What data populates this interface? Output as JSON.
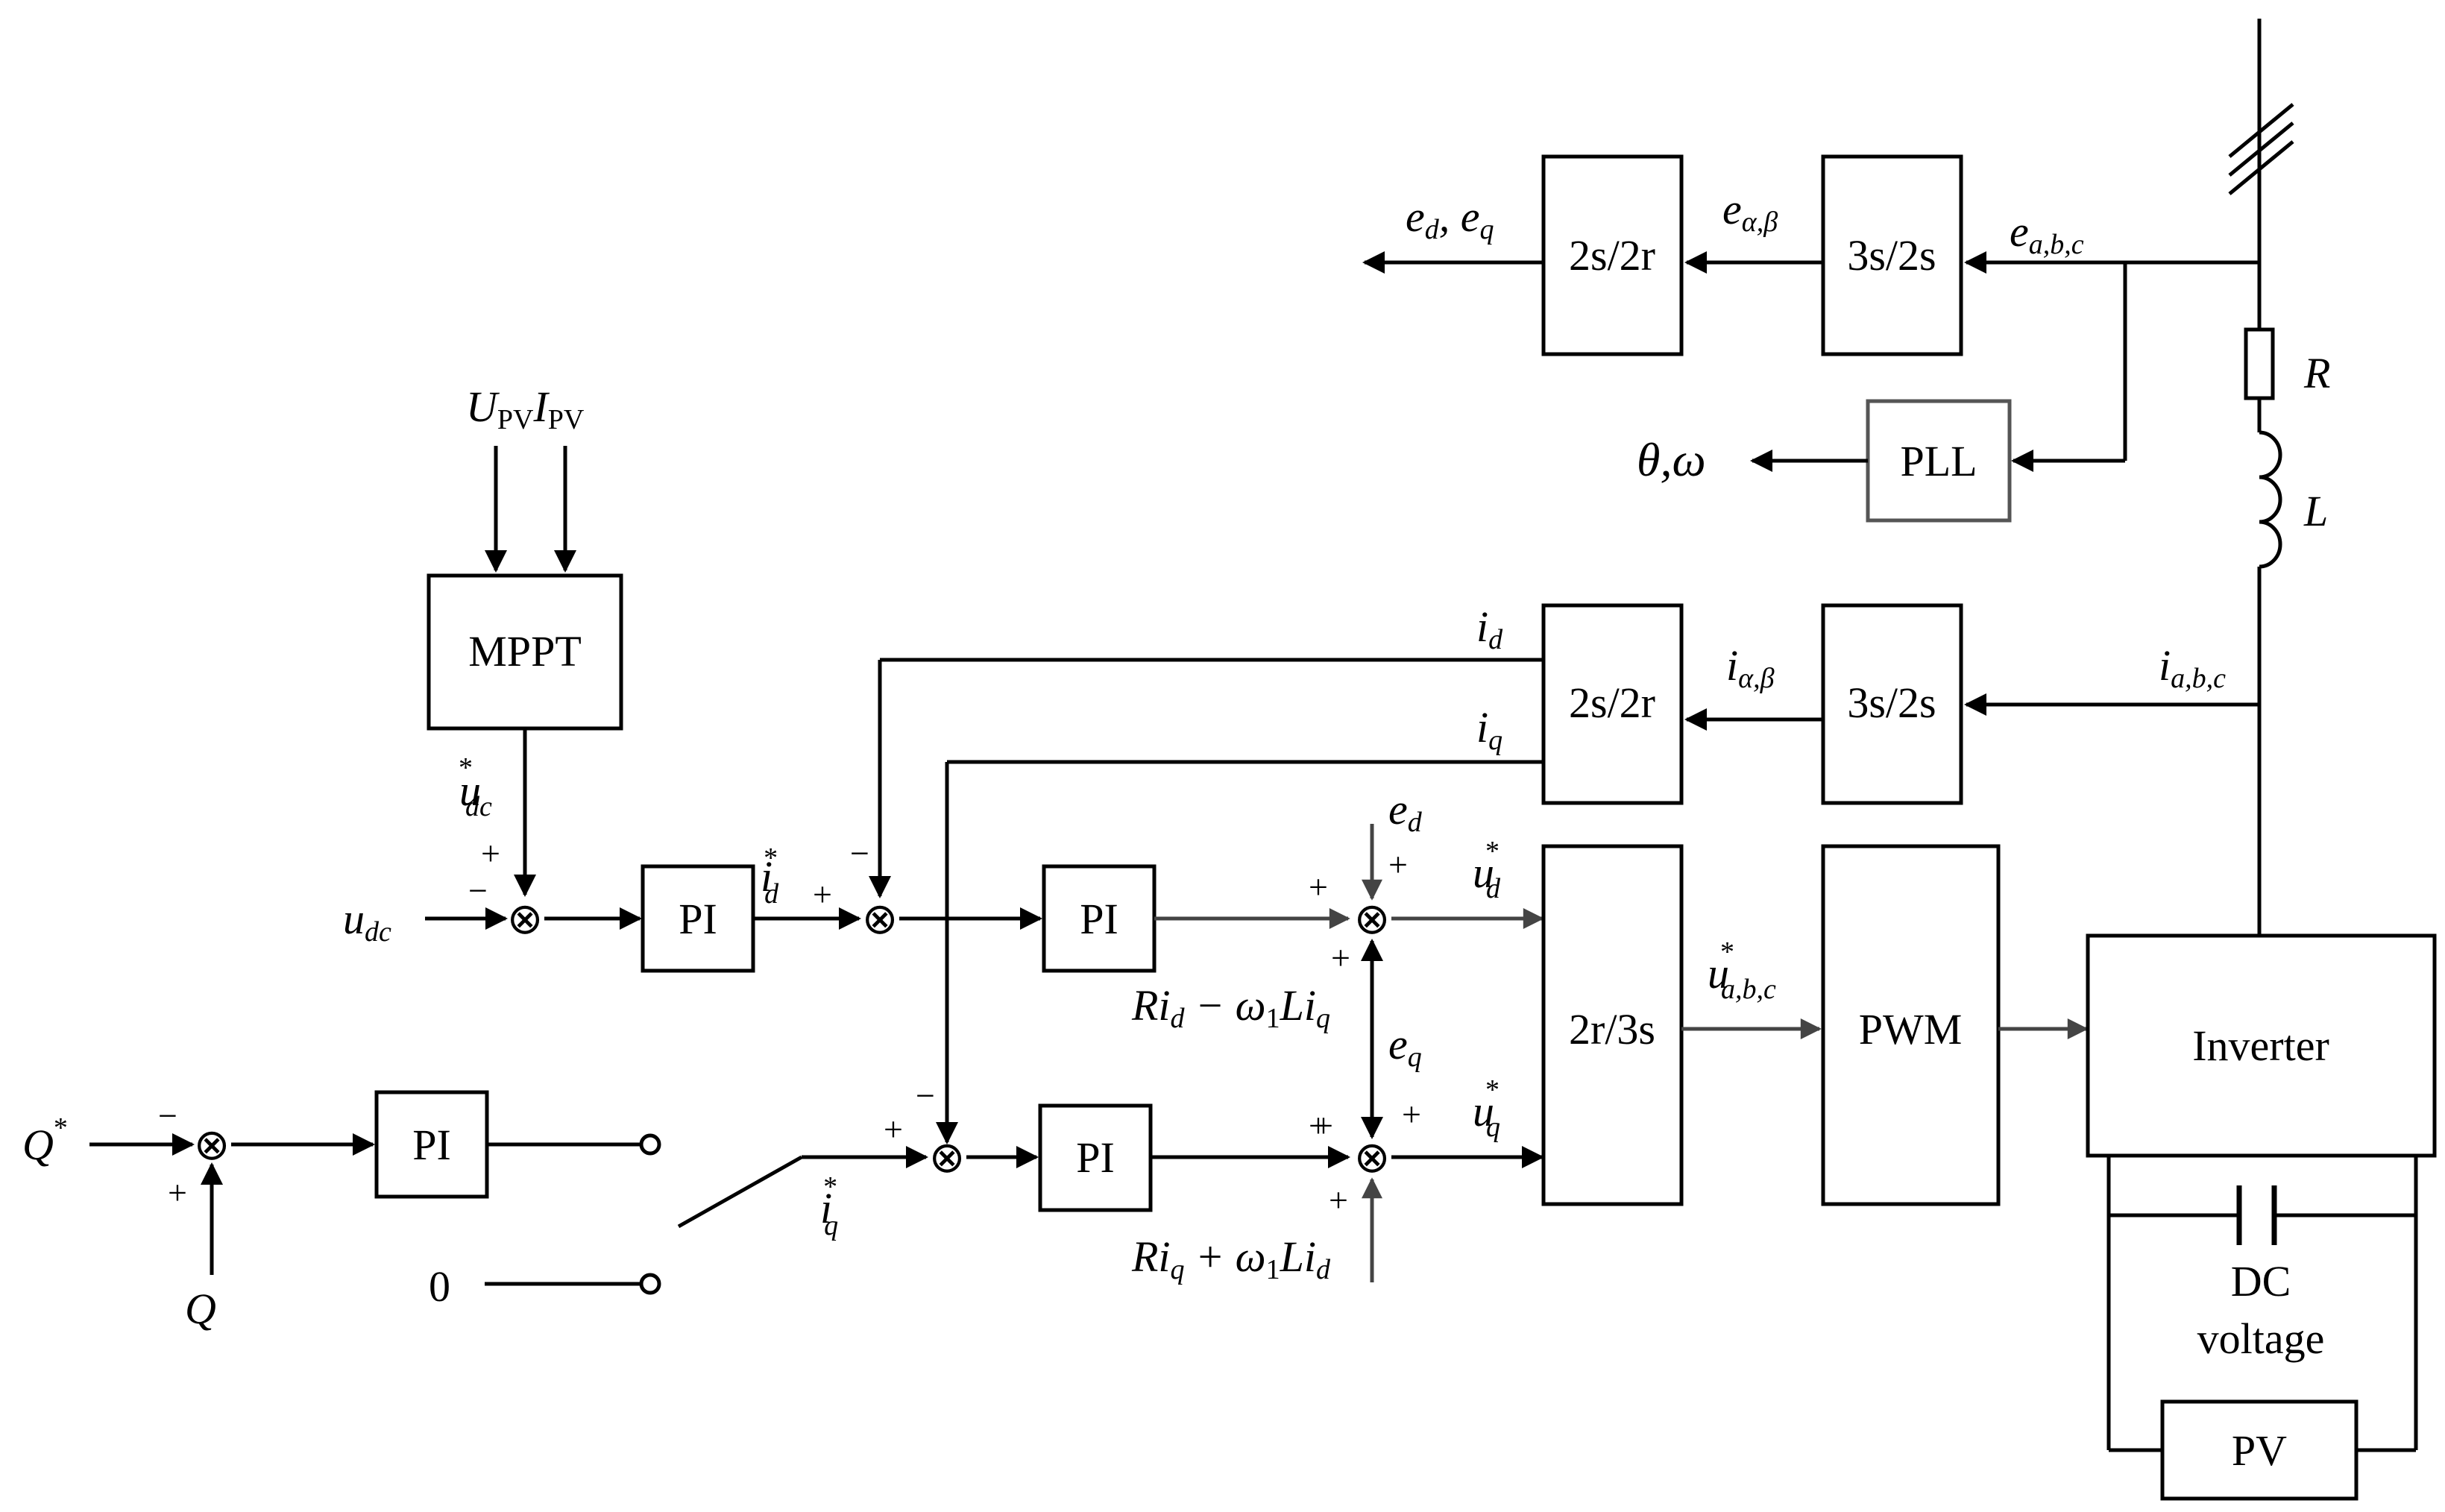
{
  "blocks": {
    "b2s2r_top": "2s/2r",
    "b3s2s_top": "3s/2s",
    "pll": "PLL",
    "mppt": "MPPT",
    "b2s2r_mid": "2s/2r",
    "b3s2s_mid": "3s/2s",
    "pi_dc": "PI",
    "pi_d": "PI",
    "pi_q": "PI",
    "pi_Q": "PI",
    "b2r3s": "2r/3s",
    "pwm": "PWM",
    "inverter": "Inverter",
    "pv": "PV"
  },
  "labels": {
    "ed_eq": "e",
    "ed_sub": "d",
    "eq_sep": ", e",
    "eq_sub": "q",
    "e_ab": "e",
    "e_ab_sub": "α,β",
    "e_abc": "e",
    "e_abc_sub": "a,b,c",
    "theta_omega": "θ,ω",
    "R": "R",
    "L": "L",
    "upv": "U",
    "upv_sub": "PV",
    "ipv": "I",
    "ipv_sub": "PV",
    "id": "i",
    "id_sub": "d",
    "iq": "i",
    "iq_sub": "q",
    "i_ab": "i",
    "i_ab_sub": "α,β",
    "i_abc": "i",
    "i_abc_sub": "a,b,c",
    "udc_star": "u",
    "udc_star_sup": "*",
    "udc_star_sub": "dc",
    "udc": "u",
    "udc_sub": "dc",
    "id_star": "i",
    "id_star_sup": "*",
    "id_star_sub": "d",
    "iq_star": "i",
    "iq_star_sup": "*",
    "iq_star_sub": "q",
    "ed_ff": "e",
    "ed_ff_sub": "d",
    "eq_ff": "e",
    "eq_ff_sub": "q",
    "ud_star": "u",
    "ud_star_sup": "*",
    "ud_star_sub": "d",
    "uq_star": "u",
    "uq_star_sup": "*",
    "uq_star_sub": "q",
    "uabc_star": "u",
    "uabc_star_sup": "*",
    "uabc_star_sub": "a,b,c",
    "decouple_d_a": "Ri",
    "decouple_d_a_sub": "d",
    "decouple_d_b": " − ω",
    "decouple_d_b_sub": "1",
    "decouple_d_c": "Li",
    "decouple_d_c_sub": "q",
    "decouple_q_a": "Ri",
    "decouple_q_a_sub": "q",
    "decouple_q_b": " + ω",
    "decouple_q_b_sub": "1",
    "decouple_q_c": "Li",
    "decouple_q_c_sub": "d",
    "Q_star": "Q",
    "Q_star_sup": "*",
    "Q": "Q",
    "zero": "0",
    "dc_voltage_1": "DC",
    "dc_voltage_2": "voltage",
    "plus": "+",
    "minus": "−",
    "sum": "⊗"
  }
}
